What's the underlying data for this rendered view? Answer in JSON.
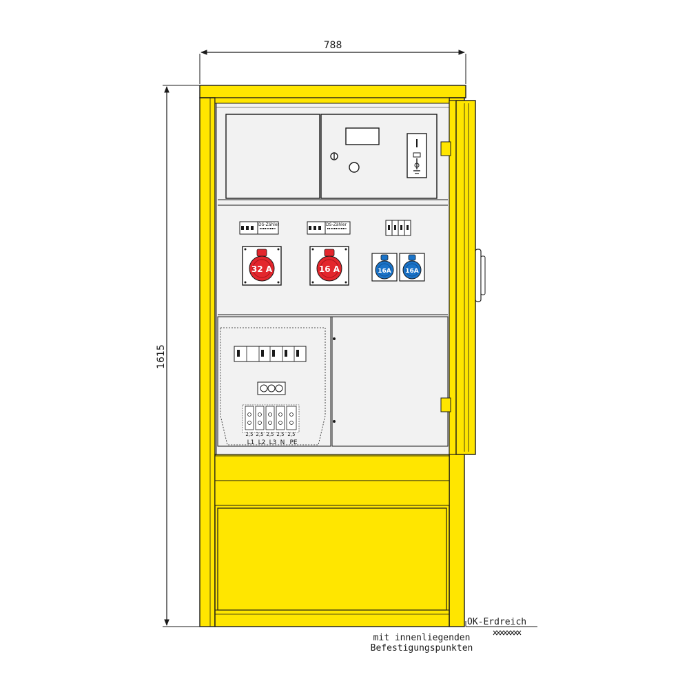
{
  "dimensions": {
    "width_label": "788",
    "height_label": "1615"
  },
  "sockets": [
    {
      "rating": "32 A",
      "color": "#e3262c",
      "type": "cee-red"
    },
    {
      "rating": "16 A",
      "color": "#e3262c",
      "type": "cee-red"
    },
    {
      "rating": "16A",
      "color": "#1a73c8",
      "type": "cee-blue"
    },
    {
      "rating": "16A",
      "color": "#1a73c8",
      "type": "cee-blue"
    }
  ],
  "meters": {
    "left_label": "DS-Zähler",
    "middle_label": "DS-Zähler"
  },
  "terminals": {
    "sizes": [
      "2,5",
      "2,5",
      "2,5",
      "2,5",
      "2,5"
    ],
    "phases": [
      "L1",
      "L2",
      "L3",
      "N",
      "PE"
    ]
  },
  "ground": {
    "label": "OK-Erdreich",
    "note_line1": "mit innenliegenden",
    "note_line2": "Befestigungspunkten"
  },
  "colors": {
    "housing_yellow": "#ffe600",
    "panel_grey": "#f2f2f2",
    "line": "#1a1a1a",
    "socket_red": "#e3262c",
    "socket_blue": "#1a73c8"
  }
}
